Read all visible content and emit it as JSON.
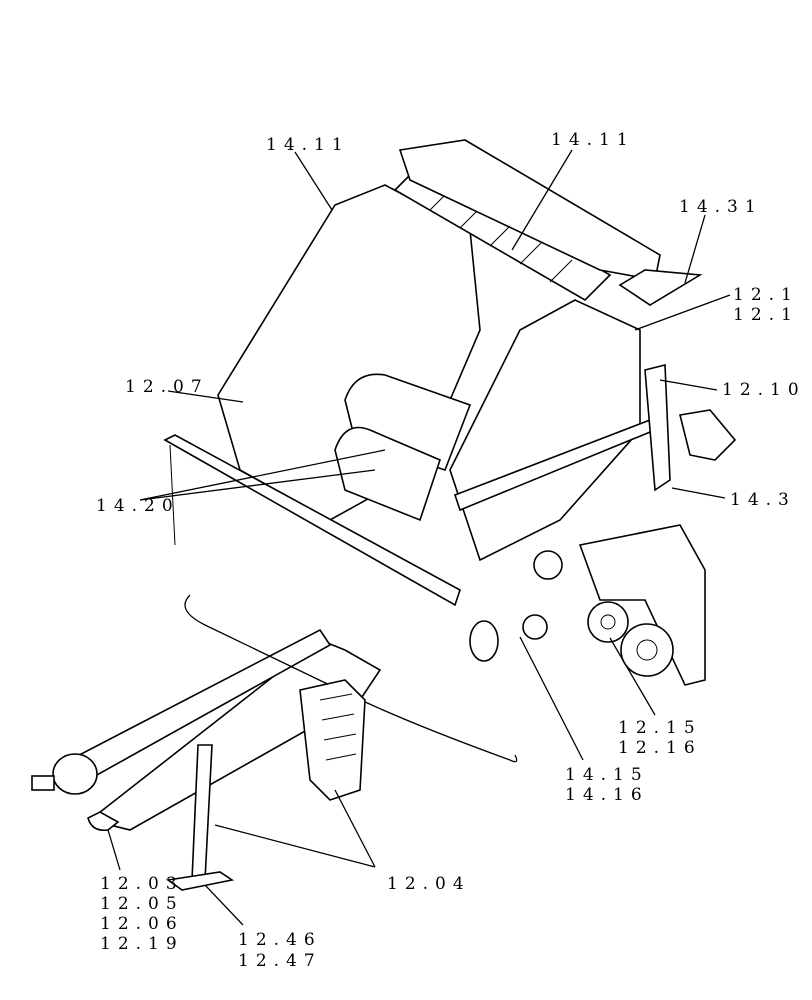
{
  "callouts": {
    "c1411a": "14.11",
    "c1411b": "14.11",
    "c1431": "14.31",
    "c121a": "12.1",
    "c121b": "12.1",
    "c1207": "12.07",
    "c1210": "12.10",
    "c1420": "14.20",
    "c143": "14.3",
    "c1215": "12.15",
    "c1216": "12.16",
    "c1415": "14.15",
    "c1416": "14.16",
    "c1203": "12.03",
    "c1205": "12.05",
    "c1206": "12.06",
    "c1219": "12.19",
    "c1204": "12.04",
    "c1246": "12.46",
    "c1247": "12.47"
  }
}
